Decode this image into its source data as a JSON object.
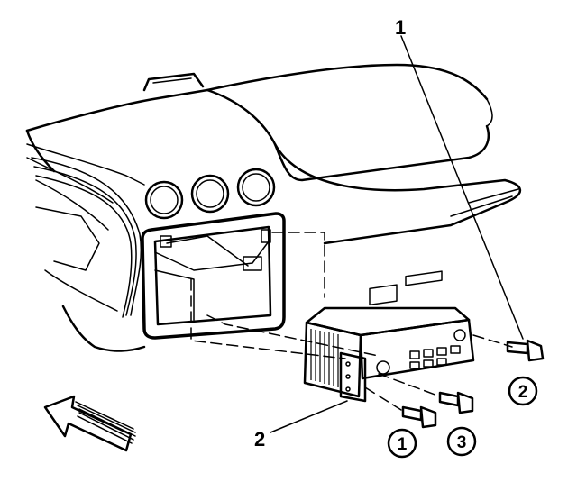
{
  "diagram": {
    "callouts": {
      "label_1": "1",
      "label_2": "2",
      "circled_1": "1",
      "circled_2": "2",
      "circled_3": "3"
    },
    "parts": [
      "instrument-panel",
      "radio-opening",
      "radio-unit",
      "mounting-bracket",
      "bolt-1",
      "bolt-2",
      "bolt-3",
      "front-direction-arrow"
    ]
  }
}
